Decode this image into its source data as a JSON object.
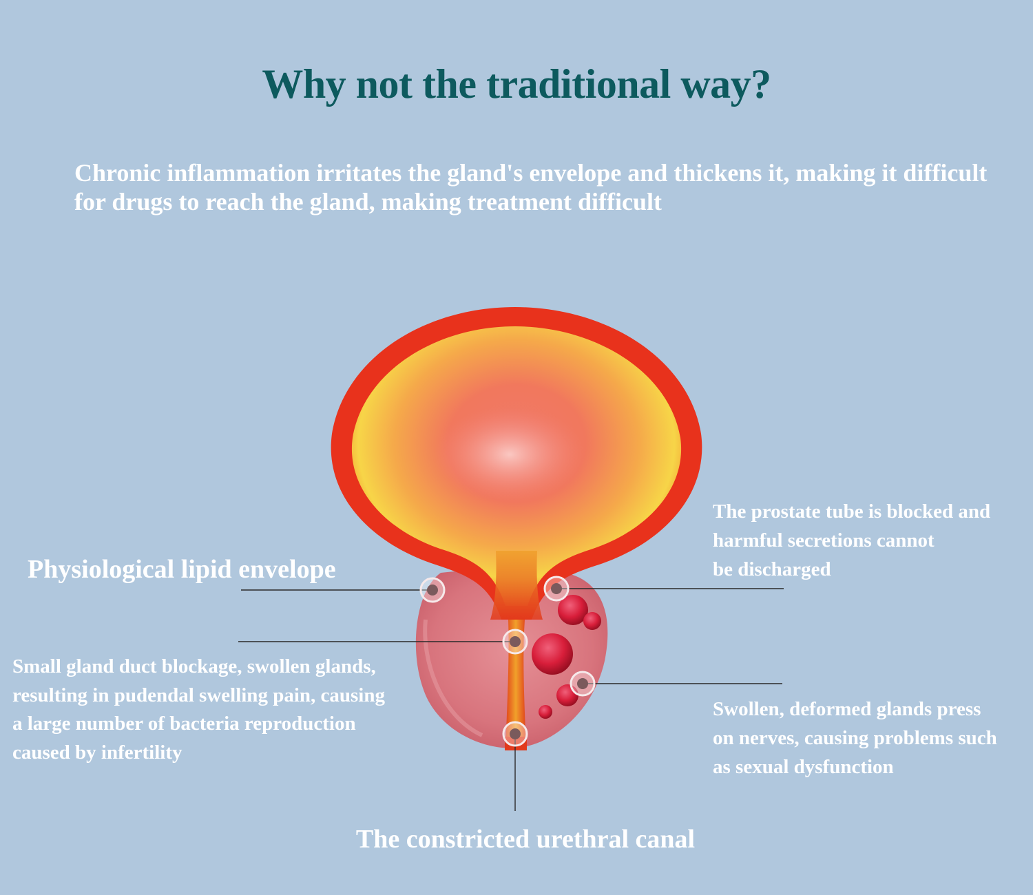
{
  "title": "Why not the traditional way?",
  "subtitle": "Chronic inflammation irritates the gland's envelope and thickens it, making it difficult for drugs to reach the gland, making treatment difficult",
  "labels": {
    "envelope": "Physiological lipid envelope",
    "duct": "Small gland duct blockage, swollen glands,\nresulting in pudendal swelling pain, causing\na large number of bacteria reproduction\ncaused by infertility",
    "tube": "The prostate tube is blocked and\nharmful secretions cannot\nbe discharged",
    "swollen": "Swollen, deformed glands press\non nerves, causing problems such\nas sexual dysfunction",
    "urethra": "The constricted urethral canal"
  },
  "colors": {
    "background": "#b0c7dd",
    "title": "#0d5a5e",
    "text": "#ffffff",
    "leader_line": "#2a2a2a",
    "bladder_outer": "#e8321c",
    "bladder_inner": "#f5d53a",
    "prostate": "#d9707a",
    "lesion": "#d81e3a"
  }
}
